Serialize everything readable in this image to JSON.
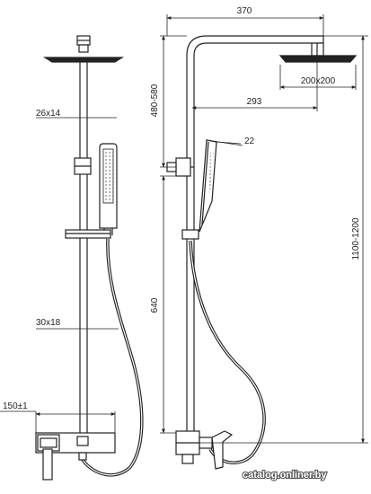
{
  "dimensions": {
    "total_width": "370",
    "head_size": "200x200",
    "head_height_range": "480-580",
    "arm_reach": "293",
    "hand_shower_angle": "22",
    "column_height_range": "1100-1200",
    "mixer_to_holder": "640",
    "upper_tube_section": "26x14",
    "lower_tube_section": "30x18",
    "mixer_spacing": "150±1"
  },
  "watermark": "catalog.onliner.by"
}
